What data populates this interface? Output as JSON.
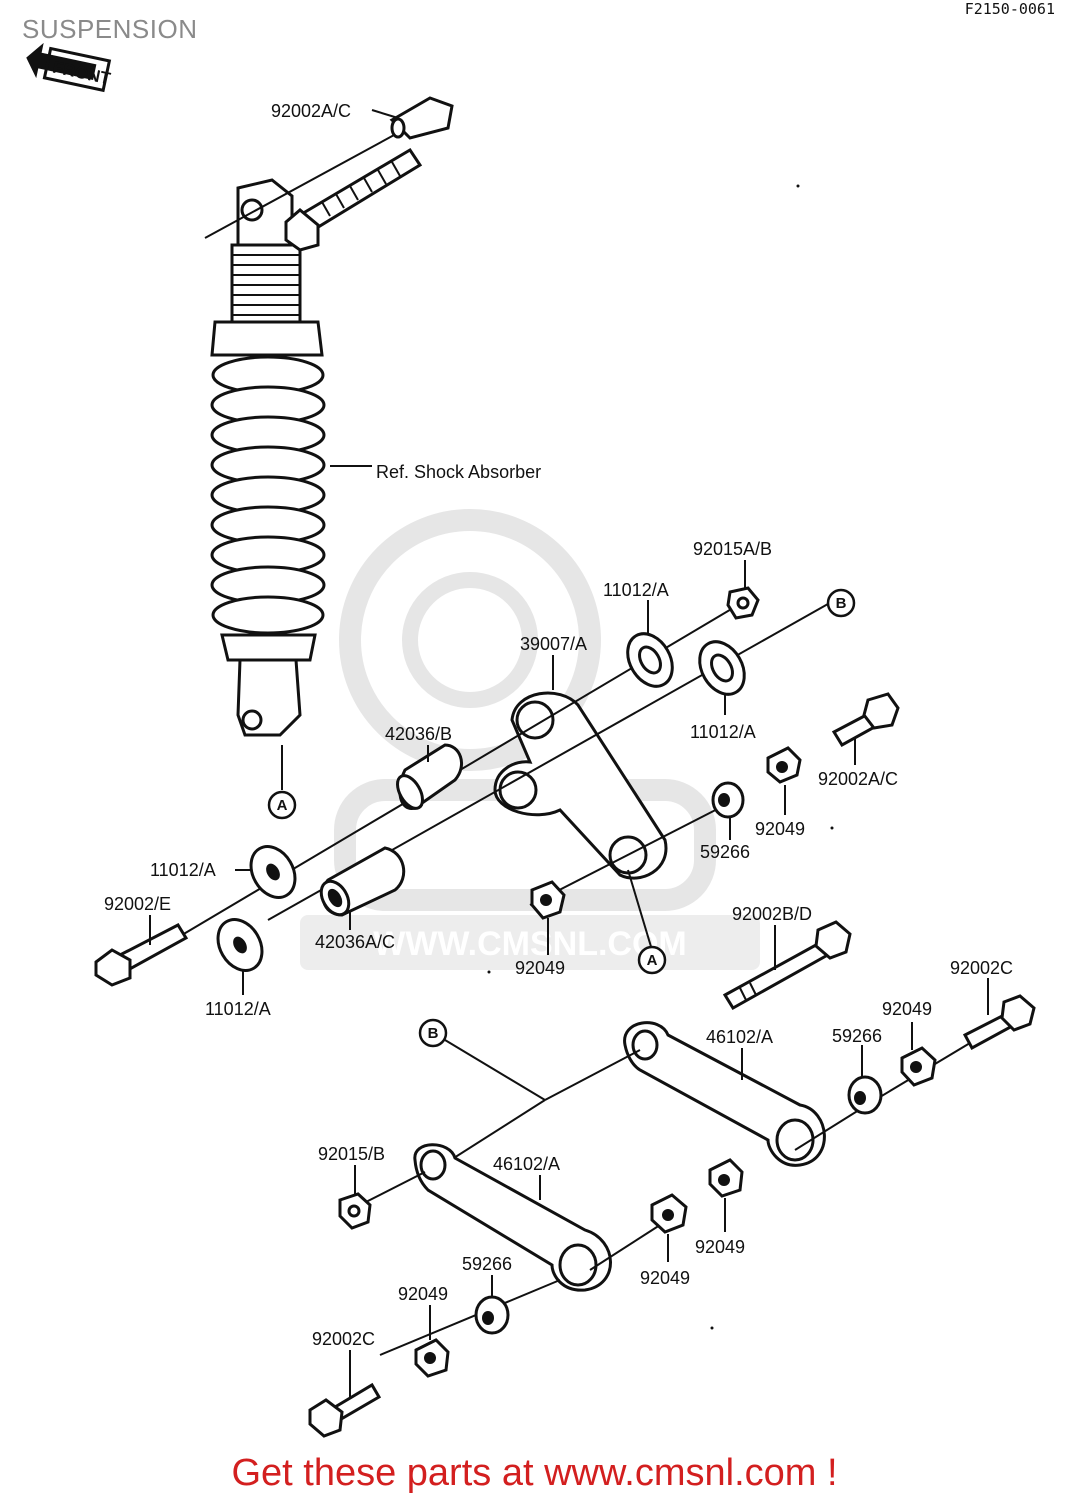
{
  "header": {
    "title": "SUSPENSION",
    "diagram_code": "F2150-0061",
    "front_marker": "FRONT"
  },
  "watermark": "WWW.CMSNL.COM",
  "labels": {
    "shock_bolt_top": "92002A/C",
    "ref_shock": "Ref. Shock Absorber",
    "nut_top": "92015A/B",
    "seal_upper": "11012/A",
    "rocker": "39007/A",
    "seal_right": "11012/A",
    "bolt_right": "92002A/C",
    "sleeve": "42036/B",
    "nut_right": "92049",
    "collar_right": "59266",
    "seal_left_a": "11012/A",
    "bolt_left": "92002/E",
    "bearing": "42036A/C",
    "nut_center": "92049",
    "seal_left_b": "11012/A",
    "bolt_long": "92002B/D",
    "bolt_far_right": "92002C",
    "nut_far_right": "92049",
    "link_upper": "46102/A",
    "collar_far_right": "59266",
    "nut_link": "92015/B",
    "link_lower": "46102/A",
    "nut_link_right": "92049",
    "nut_link_lower": "92049",
    "collar_lower": "59266",
    "nut_lower": "92049",
    "bolt_lower": "92002C"
  },
  "ref_markers": {
    "a_shock": "A",
    "a_rocker": "A",
    "b_top": "B",
    "b_link": "B"
  },
  "footer": {
    "text": "Get these parts at www.cmsnl.com !"
  },
  "colors": {
    "footer": "#d31f1f",
    "ink": "#111111",
    "title": "#8a8a8a",
    "watermark": "#e6e6e6"
  }
}
